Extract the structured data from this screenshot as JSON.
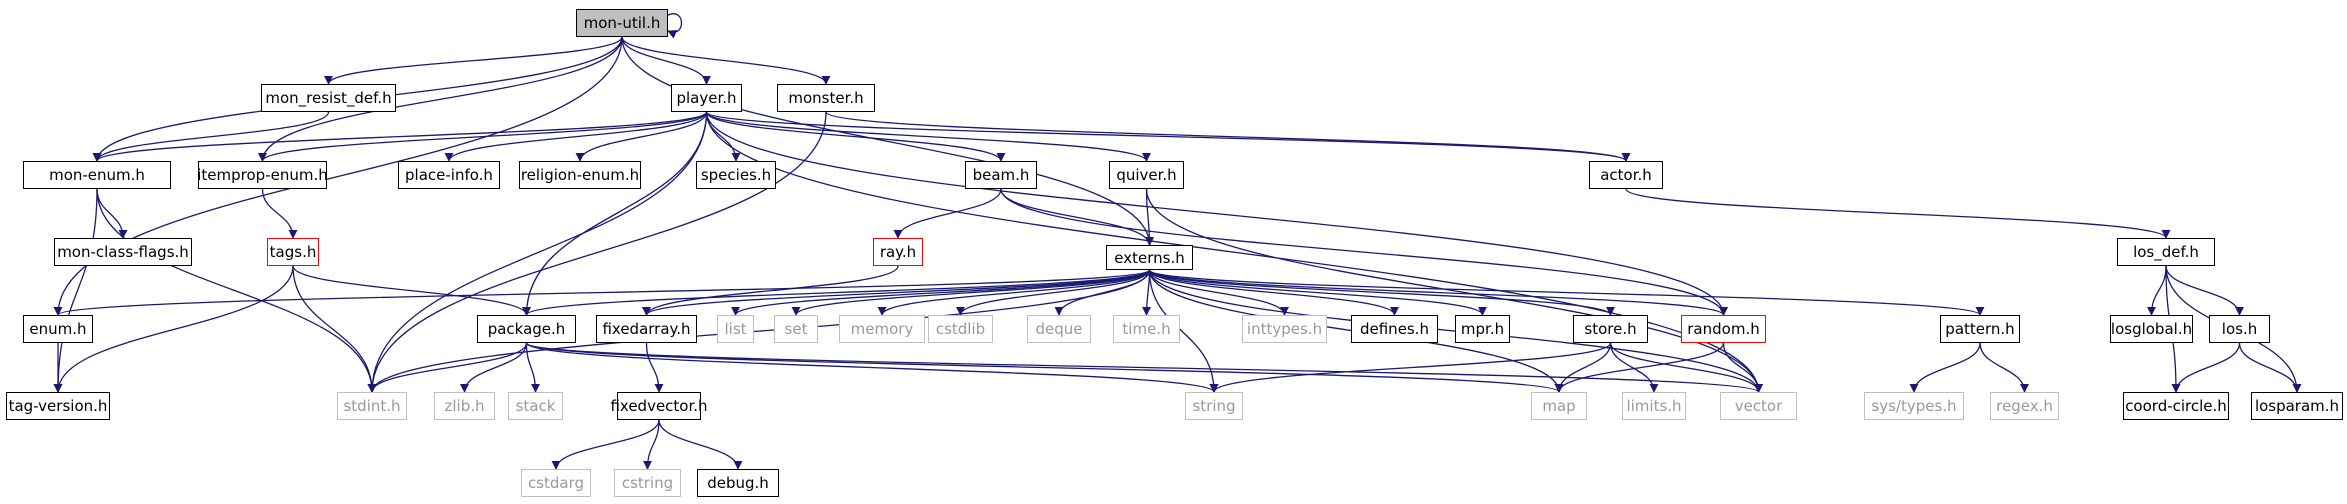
{
  "diagram": {
    "title": "",
    "edge_color": "#191970",
    "nodes": [
      {
        "id": "mon_util",
        "label": "mon-util.h",
        "kind": "root"
      },
      {
        "id": "mon_resist_def",
        "label": "mon_resist_def.h",
        "kind": "normal"
      },
      {
        "id": "player",
        "label": "player.h",
        "kind": "normal"
      },
      {
        "id": "monster",
        "label": "monster.h",
        "kind": "normal"
      },
      {
        "id": "mon_enum",
        "label": "mon-enum.h",
        "kind": "normal"
      },
      {
        "id": "itemprop_enum",
        "label": "itemprop-enum.h",
        "kind": "normal"
      },
      {
        "id": "place_info",
        "label": "place-info.h",
        "kind": "normal"
      },
      {
        "id": "religion_enum",
        "label": "religion-enum.h",
        "kind": "normal"
      },
      {
        "id": "species",
        "label": "species.h",
        "kind": "normal"
      },
      {
        "id": "beam",
        "label": "beam.h",
        "kind": "normal"
      },
      {
        "id": "quiver",
        "label": "quiver.h",
        "kind": "normal"
      },
      {
        "id": "actor",
        "label": "actor.h",
        "kind": "normal"
      },
      {
        "id": "mon_class_flags",
        "label": "mon-class-flags.h",
        "kind": "normal"
      },
      {
        "id": "tags",
        "label": "tags.h",
        "kind": "truncated"
      },
      {
        "id": "ray",
        "label": "ray.h",
        "kind": "truncated"
      },
      {
        "id": "externs",
        "label": "externs.h",
        "kind": "normal"
      },
      {
        "id": "los_def",
        "label": "los_def.h",
        "kind": "normal"
      },
      {
        "id": "enum_h",
        "label": "enum.h",
        "kind": "normal"
      },
      {
        "id": "package",
        "label": "package.h",
        "kind": "normal"
      },
      {
        "id": "fixedarray",
        "label": "fixedarray.h",
        "kind": "normal"
      },
      {
        "id": "list",
        "label": "list",
        "kind": "external"
      },
      {
        "id": "set",
        "label": "set",
        "kind": "external"
      },
      {
        "id": "memory",
        "label": "memory",
        "kind": "external"
      },
      {
        "id": "cstdlib",
        "label": "cstdlib",
        "kind": "external"
      },
      {
        "id": "deque",
        "label": "deque",
        "kind": "external"
      },
      {
        "id": "time_h",
        "label": "time.h",
        "kind": "external"
      },
      {
        "id": "inttypes",
        "label": "inttypes.h",
        "kind": "external"
      },
      {
        "id": "defines",
        "label": "defines.h",
        "kind": "normal"
      },
      {
        "id": "mpr",
        "label": "mpr.h",
        "kind": "normal"
      },
      {
        "id": "store",
        "label": "store.h",
        "kind": "normal"
      },
      {
        "id": "random_h",
        "label": "random.h",
        "kind": "truncated"
      },
      {
        "id": "pattern",
        "label": "pattern.h",
        "kind": "normal"
      },
      {
        "id": "losglobal",
        "label": "losglobal.h",
        "kind": "normal"
      },
      {
        "id": "los",
        "label": "los.h",
        "kind": "normal"
      },
      {
        "id": "tag_version",
        "label": "tag-version.h",
        "kind": "normal"
      },
      {
        "id": "stdint",
        "label": "stdint.h",
        "kind": "external"
      },
      {
        "id": "zlib",
        "label": "zlib.h",
        "kind": "external"
      },
      {
        "id": "stack",
        "label": "stack",
        "kind": "external"
      },
      {
        "id": "fixedvector",
        "label": "fixedvector.h",
        "kind": "normal"
      },
      {
        "id": "string",
        "label": "string",
        "kind": "external"
      },
      {
        "id": "map",
        "label": "map",
        "kind": "external"
      },
      {
        "id": "limits",
        "label": "limits.h",
        "kind": "external"
      },
      {
        "id": "vector",
        "label": "vector",
        "kind": "external"
      },
      {
        "id": "sys_types",
        "label": "sys/types.h",
        "kind": "external"
      },
      {
        "id": "regex",
        "label": "regex.h",
        "kind": "external"
      },
      {
        "id": "coord_circle",
        "label": "coord-circle.h",
        "kind": "normal"
      },
      {
        "id": "losparam",
        "label": "losparam.h",
        "kind": "normal"
      },
      {
        "id": "cstdarg",
        "label": "cstdarg",
        "kind": "external"
      },
      {
        "id": "cstring",
        "label": "cstring",
        "kind": "external"
      },
      {
        "id": "debug",
        "label": "debug.h",
        "kind": "normal"
      }
    ],
    "edges": [
      [
        "mon_util",
        "mon_util"
      ],
      [
        "mon_util",
        "mon_resist_def"
      ],
      [
        "mon_util",
        "player"
      ],
      [
        "mon_util",
        "monster"
      ],
      [
        "mon_util",
        "mon_enum"
      ],
      [
        "mon_util",
        "itemprop_enum"
      ],
      [
        "mon_util",
        "enum_h"
      ],
      [
        "mon_util",
        "externs"
      ],
      [
        "mon_resist_def",
        "mon_enum"
      ],
      [
        "player",
        "mon_enum"
      ],
      [
        "player",
        "itemprop_enum"
      ],
      [
        "player",
        "place_info"
      ],
      [
        "player",
        "religion_enum"
      ],
      [
        "player",
        "species"
      ],
      [
        "player",
        "beam"
      ],
      [
        "player",
        "quiver"
      ],
      [
        "player",
        "actor"
      ],
      [
        "player",
        "stdint"
      ],
      [
        "player",
        "package"
      ],
      [
        "player",
        "vector"
      ],
      [
        "player",
        "random_h"
      ],
      [
        "monster",
        "actor"
      ],
      [
        "monster",
        "stdint"
      ],
      [
        "mon_enum",
        "mon_class_flags"
      ],
      [
        "mon_enum",
        "tag_version"
      ],
      [
        "mon_enum",
        "stdint"
      ],
      [
        "itemprop_enum",
        "tags"
      ],
      [
        "tags",
        "package"
      ],
      [
        "tags",
        "stdint"
      ],
      [
        "tags",
        "tag_version"
      ],
      [
        "beam",
        "ray"
      ],
      [
        "beam",
        "externs"
      ],
      [
        "beam",
        "random_h"
      ],
      [
        "quiver",
        "externs"
      ],
      [
        "quiver",
        "vector"
      ],
      [
        "actor",
        "los_def"
      ],
      [
        "ray",
        "fixedarray"
      ],
      [
        "externs",
        "enum_h"
      ],
      [
        "externs",
        "package"
      ],
      [
        "externs",
        "fixedarray"
      ],
      [
        "externs",
        "list"
      ],
      [
        "externs",
        "set"
      ],
      [
        "externs",
        "memory"
      ],
      [
        "externs",
        "cstdlib"
      ],
      [
        "externs",
        "deque"
      ],
      [
        "externs",
        "time_h"
      ],
      [
        "externs",
        "inttypes"
      ],
      [
        "externs",
        "defines"
      ],
      [
        "externs",
        "mpr"
      ],
      [
        "externs",
        "store"
      ],
      [
        "externs",
        "random_h"
      ],
      [
        "externs",
        "pattern"
      ],
      [
        "externs",
        "stdint"
      ],
      [
        "externs",
        "string"
      ],
      [
        "externs",
        "map"
      ],
      [
        "externs",
        "vector"
      ],
      [
        "enum_h",
        "tag_version"
      ],
      [
        "package",
        "stdint"
      ],
      [
        "package",
        "zlib"
      ],
      [
        "package",
        "stack"
      ],
      [
        "package",
        "string"
      ],
      [
        "package",
        "map"
      ],
      [
        "package",
        "vector"
      ],
      [
        "fixedarray",
        "fixedvector"
      ],
      [
        "fixedvector",
        "cstdarg"
      ],
      [
        "fixedvector",
        "cstring"
      ],
      [
        "fixedvector",
        "debug"
      ],
      [
        "store",
        "string"
      ],
      [
        "store",
        "map"
      ],
      [
        "store",
        "limits"
      ],
      [
        "store",
        "vector"
      ],
      [
        "random_h",
        "map"
      ],
      [
        "random_h",
        "vector"
      ],
      [
        "pattern",
        "sys_types"
      ],
      [
        "pattern",
        "regex"
      ],
      [
        "los_def",
        "losglobal"
      ],
      [
        "los_def",
        "los"
      ],
      [
        "los_def",
        "coord_circle"
      ],
      [
        "los_def",
        "losparam"
      ],
      [
        "los",
        "coord_circle"
      ],
      [
        "los",
        "losparam"
      ]
    ]
  }
}
